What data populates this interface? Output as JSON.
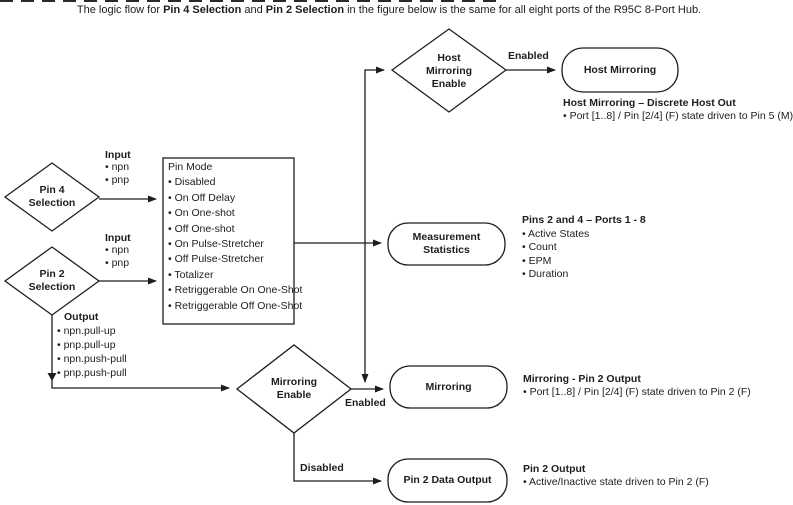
{
  "title": {
    "prefix": "The logic flow for ",
    "bold1": "Pin 4 Selection",
    "mid": " and ",
    "bold2": "Pin 2 Selection",
    "suffix": " in the figure below is the same for all eight ports of the R95C 8-Port Hub."
  },
  "nodes": {
    "pin4": {
      "line1": "Pin 4",
      "line2": "Selection"
    },
    "pin2": {
      "line1": "Pin 2",
      "line2": "Selection"
    },
    "hostMirrorEnable": {
      "line1": "Host",
      "line2": "Mirroring",
      "line3": "Enable"
    },
    "mirrorEnable": {
      "line1": "Mirroring",
      "line2": "Enable"
    },
    "pinMode": {
      "title": "Pin Mode",
      "items": [
        "Disabled",
        "On Off Delay",
        "On One-shot",
        "Off One-shot",
        "On Pulse-Stretcher",
        "Off Pulse-Stretcher",
        "Totalizer",
        "Retriggerable On One-Shot",
        "Retriggerable Off One-Shot"
      ]
    },
    "hostMirroring": {
      "label": "Host Mirroring"
    },
    "measurement": {
      "line1": "Measurement",
      "line2": "Statistics"
    },
    "mirroring": {
      "label": "Mirroring"
    },
    "pin2DataOutput": {
      "label": "Pin 2 Data Output"
    }
  },
  "edges": {
    "enabledTop": "Enabled",
    "enabledBottom": "Enabled",
    "disabled": "Disabled"
  },
  "notes": {
    "pin4Input": {
      "title": "Input",
      "items": [
        "npn",
        "pnp"
      ]
    },
    "pin2Input": {
      "title": "Input",
      "items": [
        "npn",
        "pnp"
      ]
    },
    "pin2OutputModes": {
      "title": "Output",
      "items": [
        "npn.pull-up",
        "pnp.pull-up",
        "npn.push-pull",
        "pnp.push-pull"
      ]
    },
    "hostMirroringDesc": {
      "title": "Host Mirroring – Discrete Host Out",
      "items": [
        "Port [1..8] / Pin [2/4] (F) state driven to Pin 5 (M)"
      ]
    },
    "measurementDesc": {
      "title": "Pins 2 and 4 – Ports 1 - 8",
      "items": [
        "Active States",
        "Count",
        "EPM",
        "Duration"
      ]
    },
    "mirroringDesc": {
      "title": "Mirroring - Pin 2 Output",
      "items": [
        "Port [1..8] / Pin [2/4] (F) state driven to Pin 2 (F)"
      ]
    },
    "pin2OutputDesc": {
      "title": "Pin 2 Output",
      "items": [
        "Active/Inactive state driven to Pin 2 (F)"
      ]
    }
  },
  "colors": {
    "ink": "#1d1d1b",
    "background": "#ffffff"
  }
}
